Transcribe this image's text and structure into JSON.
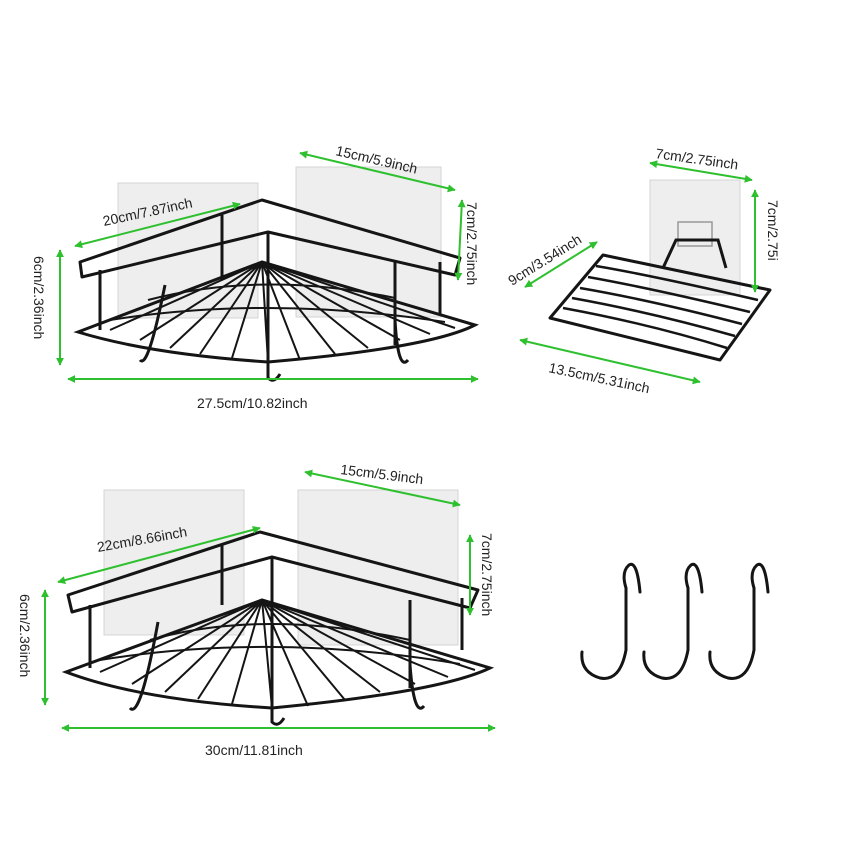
{
  "colors": {
    "arrow": "#2fc02f",
    "wire": "#151515",
    "plate": "#eeeeee",
    "plate_edge": "#d4d4d4"
  },
  "products": {
    "corner_small": {
      "side_a": "20cm/7.87inch",
      "side_b": "15cm/5.9inch",
      "height_back": "7cm/2.75inch",
      "height_front": "6cm/2.36inch",
      "width": "27.5cm/10.82inch"
    },
    "soap_dish": {
      "width": "7cm/2.75inch",
      "height": "7cm/2.75i",
      "depth": "9cm/3.54inch",
      "length": "13.5cm/5.31inch"
    },
    "corner_large": {
      "side_a": "22cm/8.66inch",
      "side_b": "15cm/5.9inch",
      "height_back": "7cm/2.75inch",
      "height_front": "6cm/2.36inch",
      "width": "30cm/11.81inch"
    },
    "hooks": {
      "icon": "s-hook-icon",
      "count": 3
    }
  }
}
